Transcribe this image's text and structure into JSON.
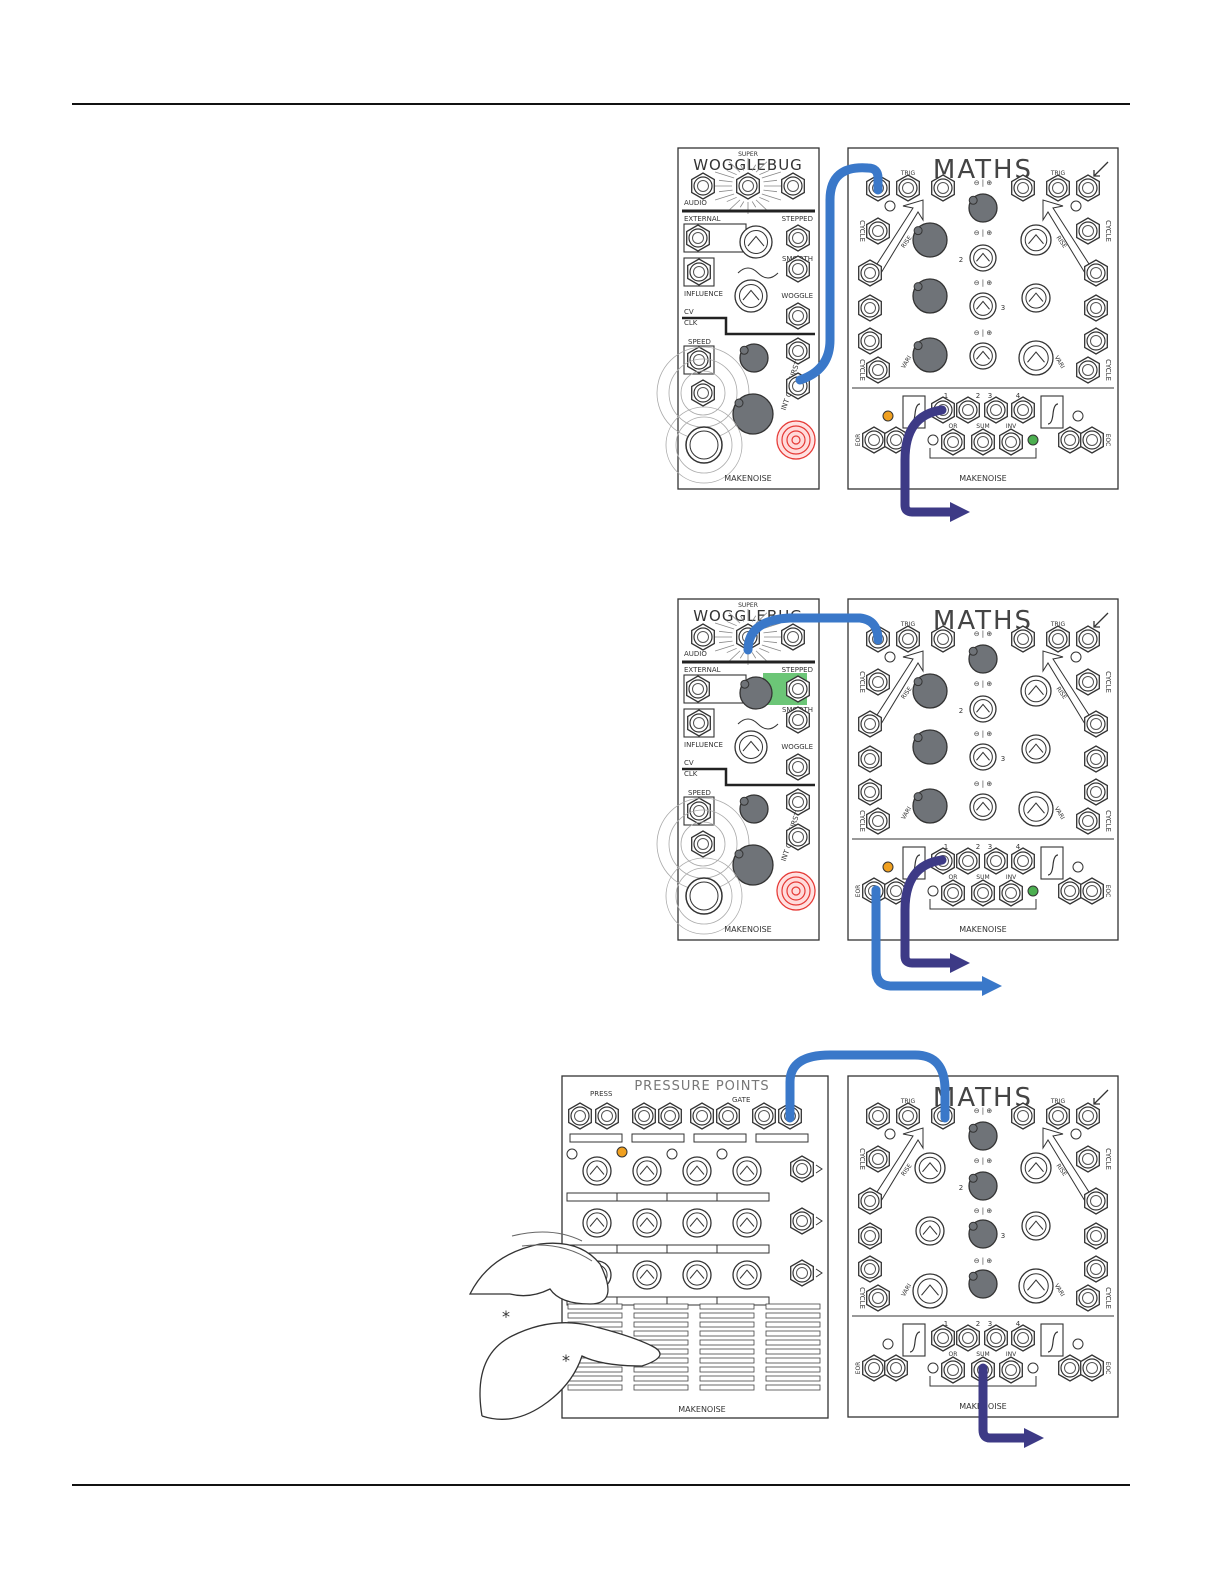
{
  "labels": {
    "wiggler_title_small": "SUPER",
    "wiggler_title": "WOGGLEBUG",
    "wiggler_audio": "AUDIO",
    "wiggler_external": "EXTERNAL",
    "wiggler_stepped": "STEPPED",
    "wiggler_smooth": "SMOOTH",
    "wiggler_influence": "INFLUENCE",
    "wiggler_woggle": "WOGGLE",
    "wiggler_cv": "CV",
    "wiggler_clk": "CLK",
    "wiggler_speed": "SPEED",
    "wiggler_burst": "BURST",
    "wiggler_int_clk": "INT CLK",
    "maths_title": "MATHS",
    "maths_trig": "TRIG",
    "maths_cycle": "CYCLE",
    "maths_rise": "RISE",
    "maths_fall": "FALL",
    "maths_vari": "VARI",
    "maths_ch_1": "1",
    "maths_ch_2": "2",
    "maths_ch_3": "3",
    "maths_ch_4": "4",
    "maths_or": "OR",
    "maths_sum": "SUM",
    "maths_inv": "INV",
    "maths_eor": "EOR",
    "maths_eoc": "EOC",
    "pressure_title": "PRESSURE POINTS",
    "pressure_press": "PRESS",
    "pressure_gate": "GATE",
    "brand": "MAKENOISE"
  },
  "colors": {
    "cable_blue": "#3a78c9",
    "cable_purple": "#3d3a86",
    "led_orange": "#f0a020",
    "led_green": "#4caf50",
    "highlight_red": "#e53935",
    "highlight_green": "#3bb34a",
    "knob_fill": "#6f7378"
  }
}
